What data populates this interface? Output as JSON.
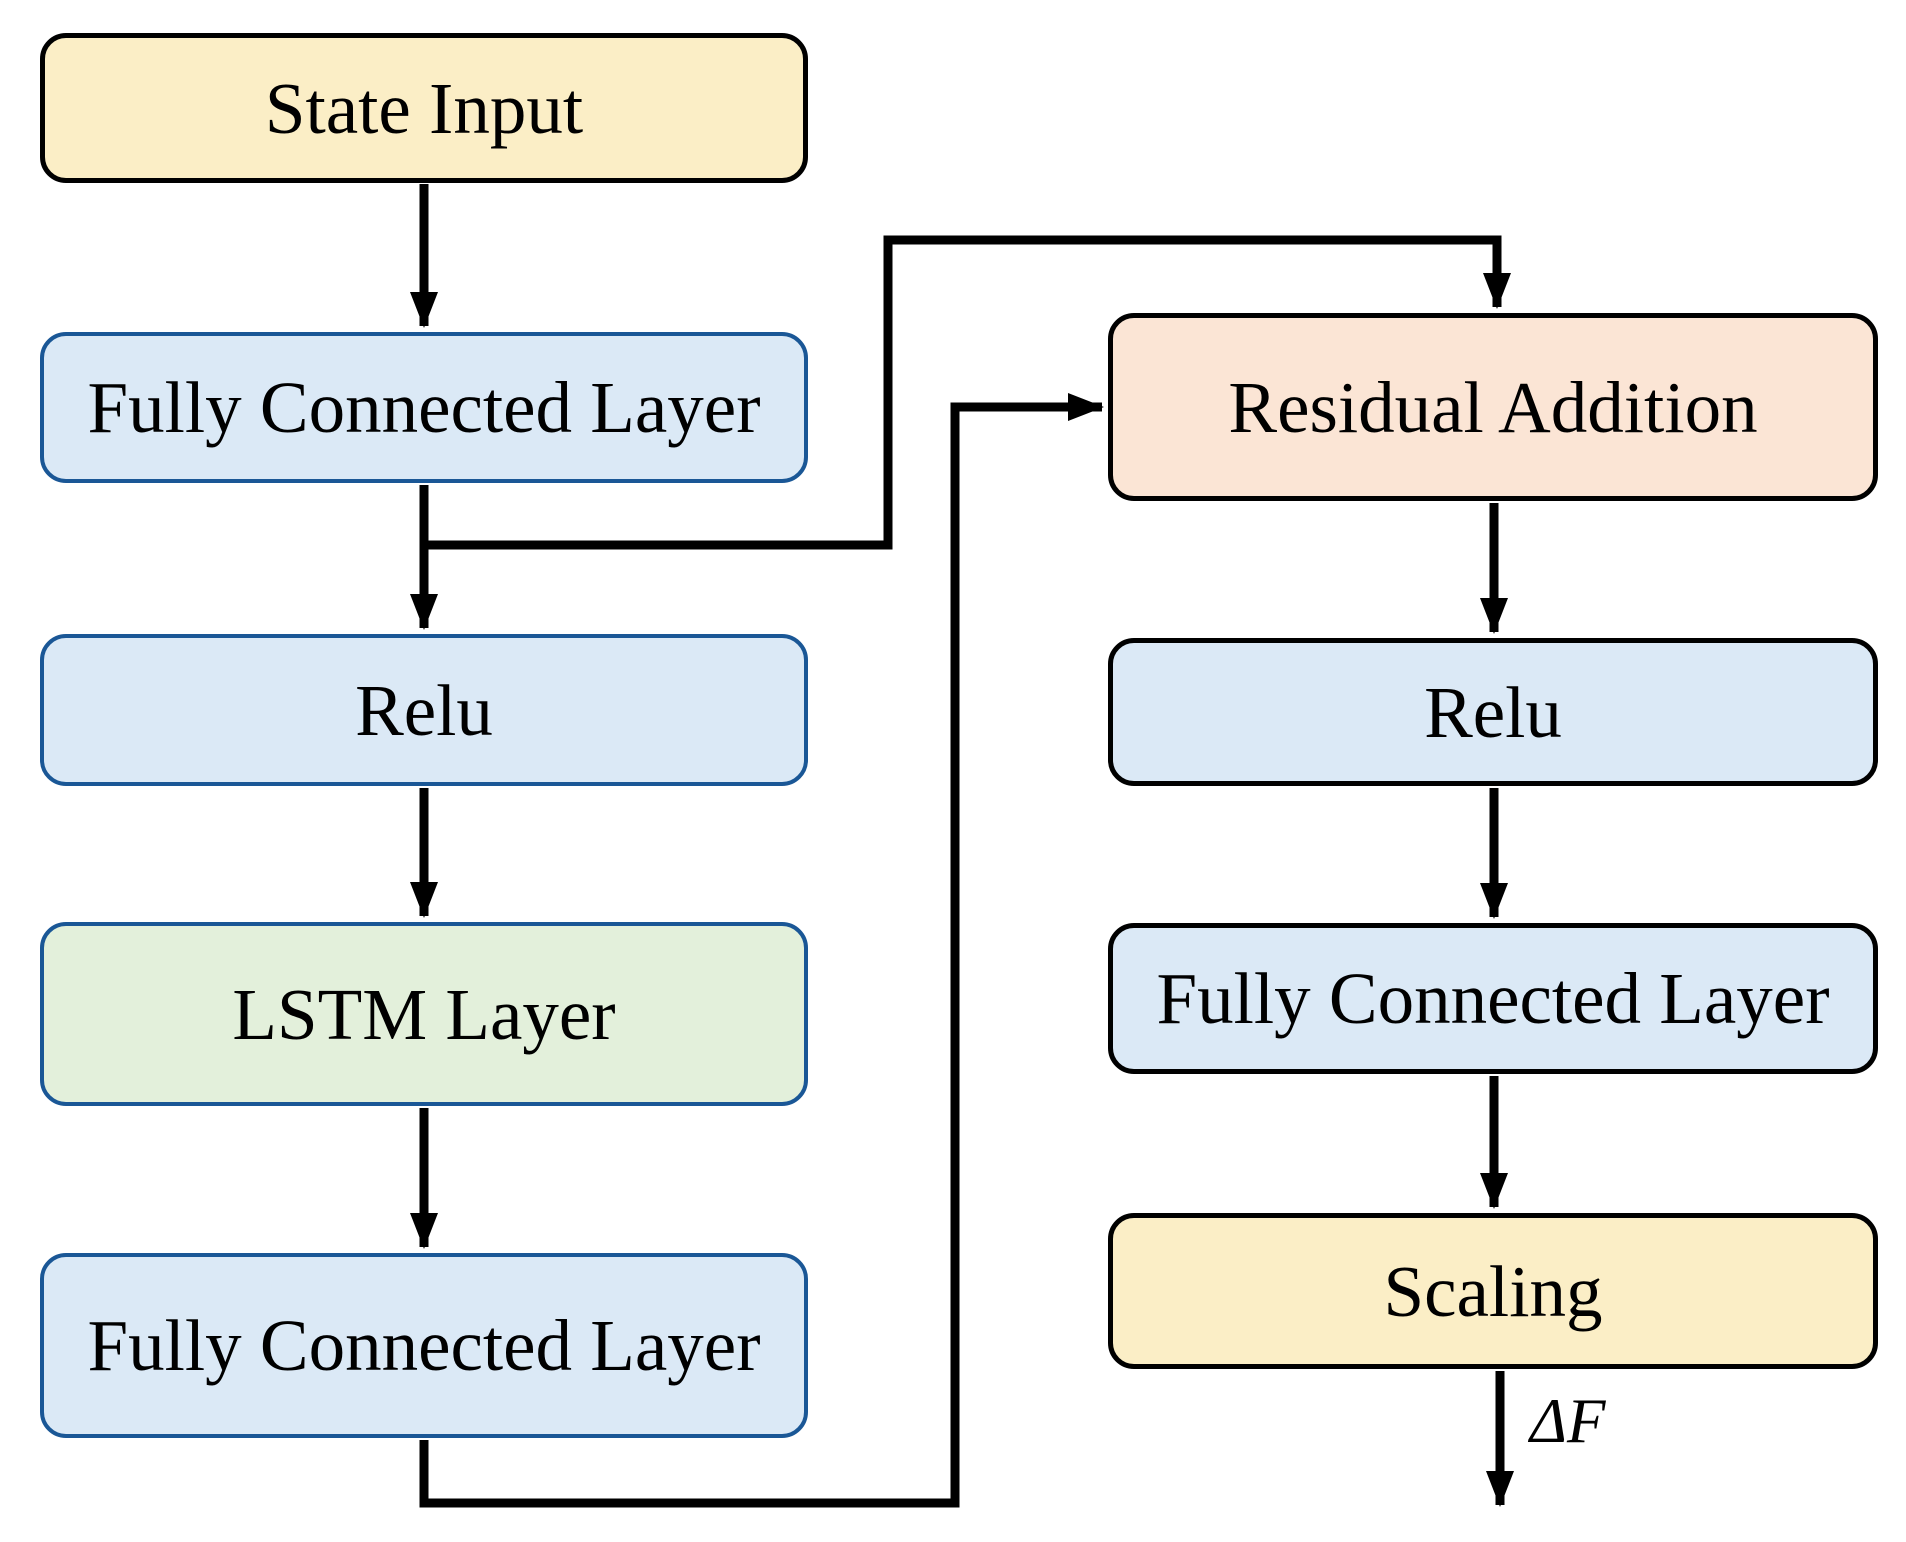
{
  "diagram": {
    "nodes": [
      {
        "id": "state-input",
        "label": "State Input",
        "fill": "yellow",
        "border": "black"
      },
      {
        "id": "fc-1",
        "label": "Fully Connected Layer",
        "fill": "blue",
        "border": "dark-blue"
      },
      {
        "id": "relu-1",
        "label": "Relu",
        "fill": "blue",
        "border": "dark-blue"
      },
      {
        "id": "lstm",
        "label": "LSTM Layer",
        "fill": "green",
        "border": "dark-blue"
      },
      {
        "id": "fc-2",
        "label": "Fully Connected Layer",
        "fill": "blue",
        "border": "dark-blue"
      },
      {
        "id": "residual-addition",
        "label": "Residual Addition",
        "fill": "pink",
        "border": "black"
      },
      {
        "id": "relu-2",
        "label": "Relu",
        "fill": "blue",
        "border": "black"
      },
      {
        "id": "fc-3",
        "label": "Fully Connected Layer",
        "fill": "blue",
        "border": "black"
      },
      {
        "id": "scaling",
        "label": "Scaling",
        "fill": "yellow",
        "border": "black"
      }
    ],
    "edges": [
      {
        "from": "state-input",
        "to": "fc-1"
      },
      {
        "from": "fc-1",
        "to": "relu-1"
      },
      {
        "from": "fc-1",
        "to": "residual-addition",
        "type": "skip-connection"
      },
      {
        "from": "relu-1",
        "to": "lstm"
      },
      {
        "from": "lstm",
        "to": "fc-2"
      },
      {
        "from": "fc-2",
        "to": "residual-addition",
        "type": "skip-connection"
      },
      {
        "from": "residual-addition",
        "to": "relu-2"
      },
      {
        "from": "relu-2",
        "to": "fc-3"
      },
      {
        "from": "fc-3",
        "to": "scaling"
      },
      {
        "from": "scaling",
        "to": "output",
        "label": "ΔF"
      }
    ],
    "output_label": "ΔF",
    "colors": {
      "yellow": "#FBEEC6",
      "blue": "#DBE9F6",
      "green": "#E3F0DB",
      "pink": "#FBE5D5",
      "dark-blue": "#1A5796",
      "black": "#000000",
      "line": "#000000",
      "background": "#FFFFFF"
    }
  }
}
